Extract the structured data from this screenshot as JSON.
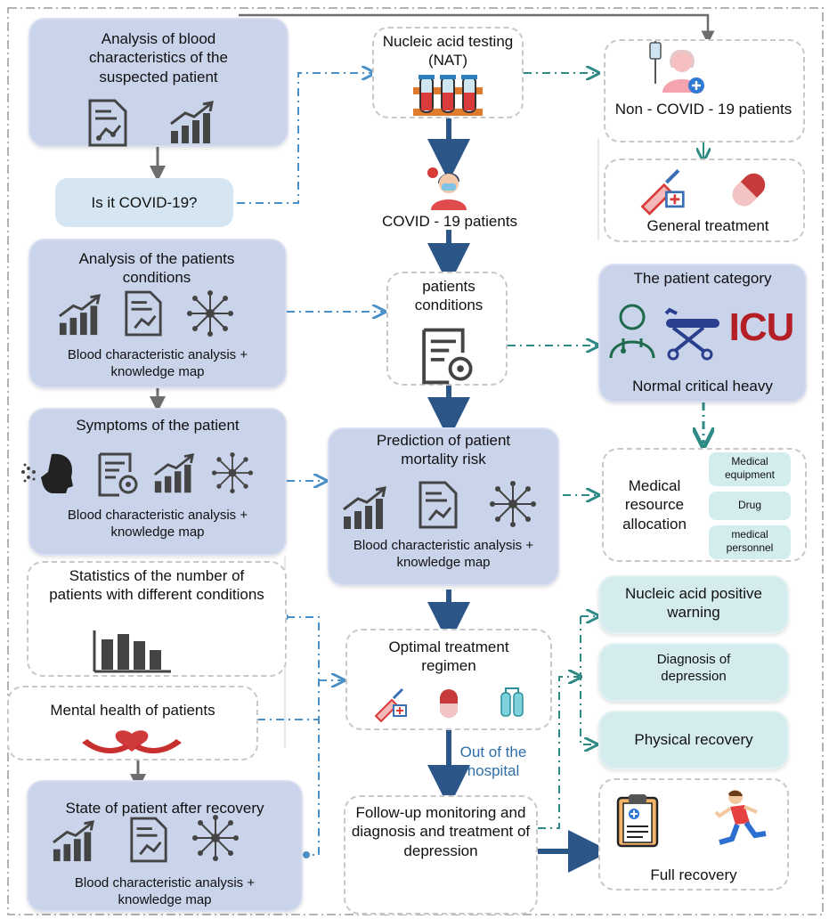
{
  "boxes": {
    "blood_analysis": "Analysis of blood characteristics of the suspected patient",
    "is_covid": "Is it COVID-19?",
    "patient_conditions_analysis": "Analysis of the patients conditions",
    "bca_km": "Blood characteristic analysis + knowledge map",
    "symptoms": "Symptoms of the patient",
    "statistics": "Statistics of the number of patients with different conditions",
    "mental_health": "Mental health of patients",
    "state_after_recovery": "State of patient after recovery",
    "nat": "Nucleic acid testing (NAT)",
    "covid_patients": "COVID - 19 patients",
    "patients_conditions": "patients conditions",
    "mortality_risk": "Prediction of patient mortality risk",
    "optimal_treatment": "Optimal treatment regimen",
    "out_of_hospital": "Out of the hospital",
    "follow_up": "Follow-up monitoring and diagnosis and treatment of depression",
    "non_covid": "Non - COVID - 19 patients",
    "general_treatment": "General treatment",
    "patient_category": "The patient category",
    "category_levels": "Normal critical  heavy",
    "icu": "ICU",
    "resource_allocation": "Medical resource allocation",
    "medical_equipment": "Medical equipment",
    "drug": "Drug",
    "medical_personnel": "medical personnel",
    "nucleic_warning": "Nucleic acid positive warning",
    "diagnosis_depression": "Diagnosis of depression",
    "physical_recovery": "Physical recovery",
    "full_recovery": "Full recovery"
  },
  "colors": {
    "blue_box": "#c9d3ea",
    "teal_box": "#d4ecee",
    "arrow_dark": "#2b5687",
    "arrow_blue": "#4a90c8",
    "arrow_teal": "#2e8a85",
    "arrow_gray": "#6d6d6d"
  }
}
